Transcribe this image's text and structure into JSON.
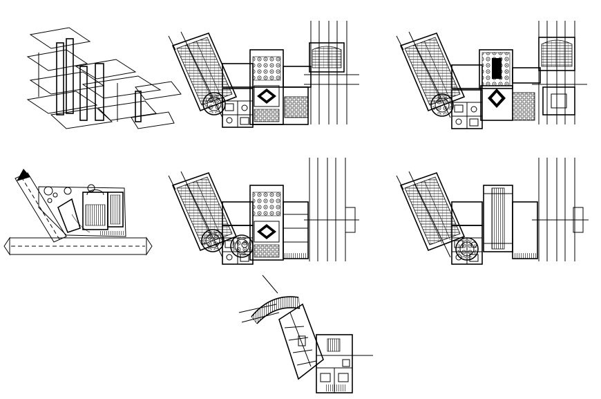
{
  "sheet": {
    "background": "#ffffff",
    "line_color": "#000000",
    "drawings": [
      {
        "id": "isometric-massing",
        "kind": "isometric-view"
      },
      {
        "id": "site-plan",
        "kind": "site-plan"
      },
      {
        "id": "floor-plan-1",
        "kind": "floor-plan"
      },
      {
        "id": "floor-plan-2",
        "kind": "floor-plan"
      },
      {
        "id": "floor-plan-3",
        "kind": "floor-plan"
      },
      {
        "id": "floor-plan-4",
        "kind": "floor-plan"
      },
      {
        "id": "floor-plan-5",
        "kind": "floor-plan"
      }
    ]
  }
}
